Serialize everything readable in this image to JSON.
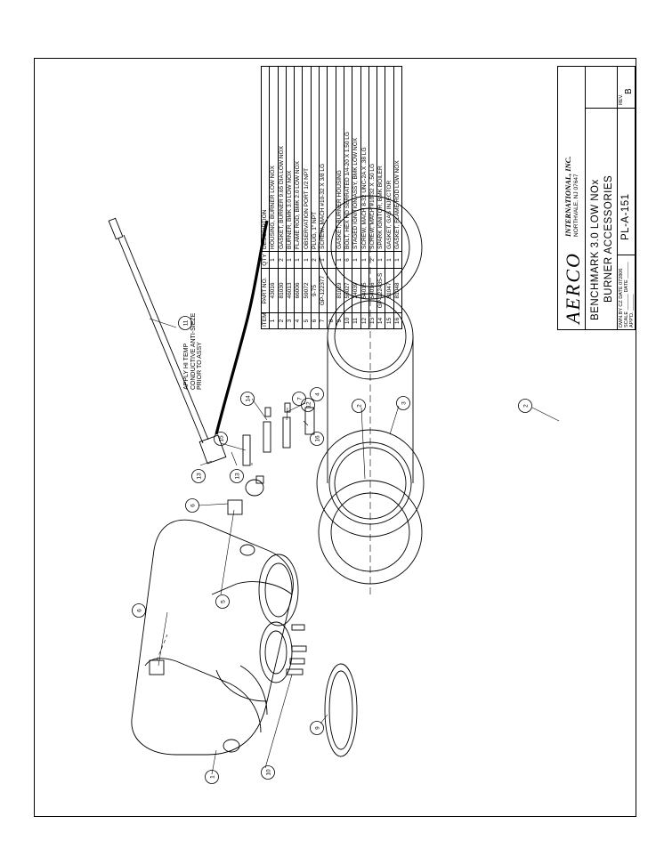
{
  "company": {
    "logo": "AERCO",
    "name": "INTERNATIONAL, INC.",
    "address": "NORTHVALE, NJ   07647"
  },
  "title": {
    "line1": "BENCHMARK 3.0 LOW NOx",
    "line2": "BURNER ACCESSORIES"
  },
  "drawing_info": {
    "drawn_by": "DWN.BY  CZ    DATE  072806",
    "scale": "SCALE  ______  DATE  ______",
    "approved": "APP'D.  ______"
  },
  "drawing_number": "PL-A-151",
  "revision_label": "REV.",
  "revision": "B",
  "note": [
    "APPLY HI TEMP",
    "CONDUCTIVE ANTI-SIEZE",
    "PRIOR TO ASSY"
  ],
  "parts_table": {
    "headers": [
      "ITEM",
      "PART NO.",
      "QTY",
      "DESCRIPTION"
    ],
    "rows": [
      [
        "1",
        "43016",
        "1",
        "HOUSING, BURNER LOW NOX"
      ],
      [
        "2",
        "81030",
        "2",
        "GASKET, BURNER 9.65 DIA LOW NOX"
      ],
      [
        "3",
        "46013",
        "1",
        "BURNER, BMK 3.0   LOW NOX"
      ],
      [
        "4",
        "66006",
        "1",
        "FLAME ROD, BMK 2.0 LOW NOX"
      ],
      [
        "5",
        "59072",
        "1",
        "OBSERVATION PORT 1/2 NPT"
      ],
      [
        "6",
        "9-75",
        "2",
        "PLUG, 1\" NPT"
      ],
      [
        "7",
        "GP-122377",
        "1",
        "SCREW, MACH #10-32 X 3/8 LG"
      ],
      [
        "8",
        "",
        "",
        ""
      ],
      [
        "9",
        "81019",
        "1",
        "GASKET, BURNER HOUSING"
      ],
      [
        "10",
        "55027",
        "6",
        "BOLT, HEX HD SERRATED 1/4-20 X 1.50 LG"
      ],
      [
        "11",
        "24039",
        "1",
        "STAGED IGNITION ASSY, BMK LOW NOX"
      ],
      [
        "12",
        "54015",
        "1",
        "SCREW, MACH 8-32 UNC-2A X .38 LG"
      ],
      [
        "13",
        "54016",
        "2",
        "SCREW, MACH #10-32 X .50 LG"
      ],
      [
        "14",
        "GP-122435-S",
        "1",
        "SPARK IGNITOR, BMK BOILER"
      ],
      [
        "15",
        "81047",
        "1",
        "GASKET, GAS INJECTOR"
      ],
      [
        "16",
        "81048",
        "1",
        "GASKET, FLAME ROD LOW NOX"
      ]
    ]
  },
  "balloons": [
    {
      "num": "1"
    },
    {
      "num": "10"
    },
    {
      "num": "9"
    },
    {
      "num": "6"
    },
    {
      "num": "5"
    },
    {
      "num": "6"
    },
    {
      "num": "13"
    },
    {
      "num": "13"
    },
    {
      "num": "15"
    },
    {
      "num": "14"
    },
    {
      "num": "7"
    },
    {
      "num": "4"
    },
    {
      "num": "12"
    },
    {
      "num": "16"
    },
    {
      "num": "11"
    },
    {
      "num": "2"
    },
    {
      "num": "3"
    },
    {
      "num": "2"
    }
  ]
}
